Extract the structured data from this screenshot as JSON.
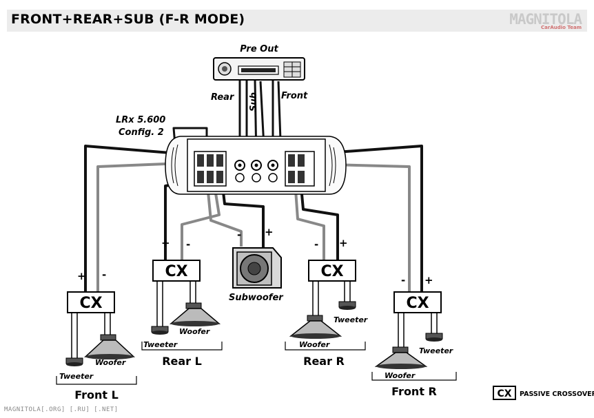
{
  "header": {
    "title": "FRONT+REAR+SUB (F-R MODE)"
  },
  "logo": {
    "main": "MAGNITOLA",
    "sub": "CarAudio Team"
  },
  "head_unit": {
    "label": "Pre Out",
    "rear": "Rear",
    "sub": "Sub",
    "front": "Front"
  },
  "amplifier": {
    "model": "LRx 5.600",
    "config": "Config. 2"
  },
  "crossover_label": "CX",
  "subwoofer": {
    "label": "Subwoofer",
    "minus": "-",
    "plus": "+"
  },
  "front_l": {
    "group": "Front L",
    "tweeter": "Tweeter",
    "woofer": "Woofer",
    "plus": "+",
    "minus": "-"
  },
  "rear_l": {
    "group": "Rear L",
    "tweeter": "Tweeter",
    "woofer": "Woofer",
    "plus": "+",
    "minus": "-"
  },
  "rear_r": {
    "group": "Rear R",
    "tweeter": "Tweeter",
    "woofer": "Woofer",
    "minus": "-",
    "plus": "+"
  },
  "front_r": {
    "group": "Front R",
    "tweeter": "Tweeter",
    "woofer": "Woofer",
    "minus": "-",
    "plus": "+"
  },
  "legend": {
    "box": "CX",
    "text": "PASSIVE CROSSOVER"
  },
  "watermark": "MAGNITOLA[.ORG] [.RU] [.NET]"
}
